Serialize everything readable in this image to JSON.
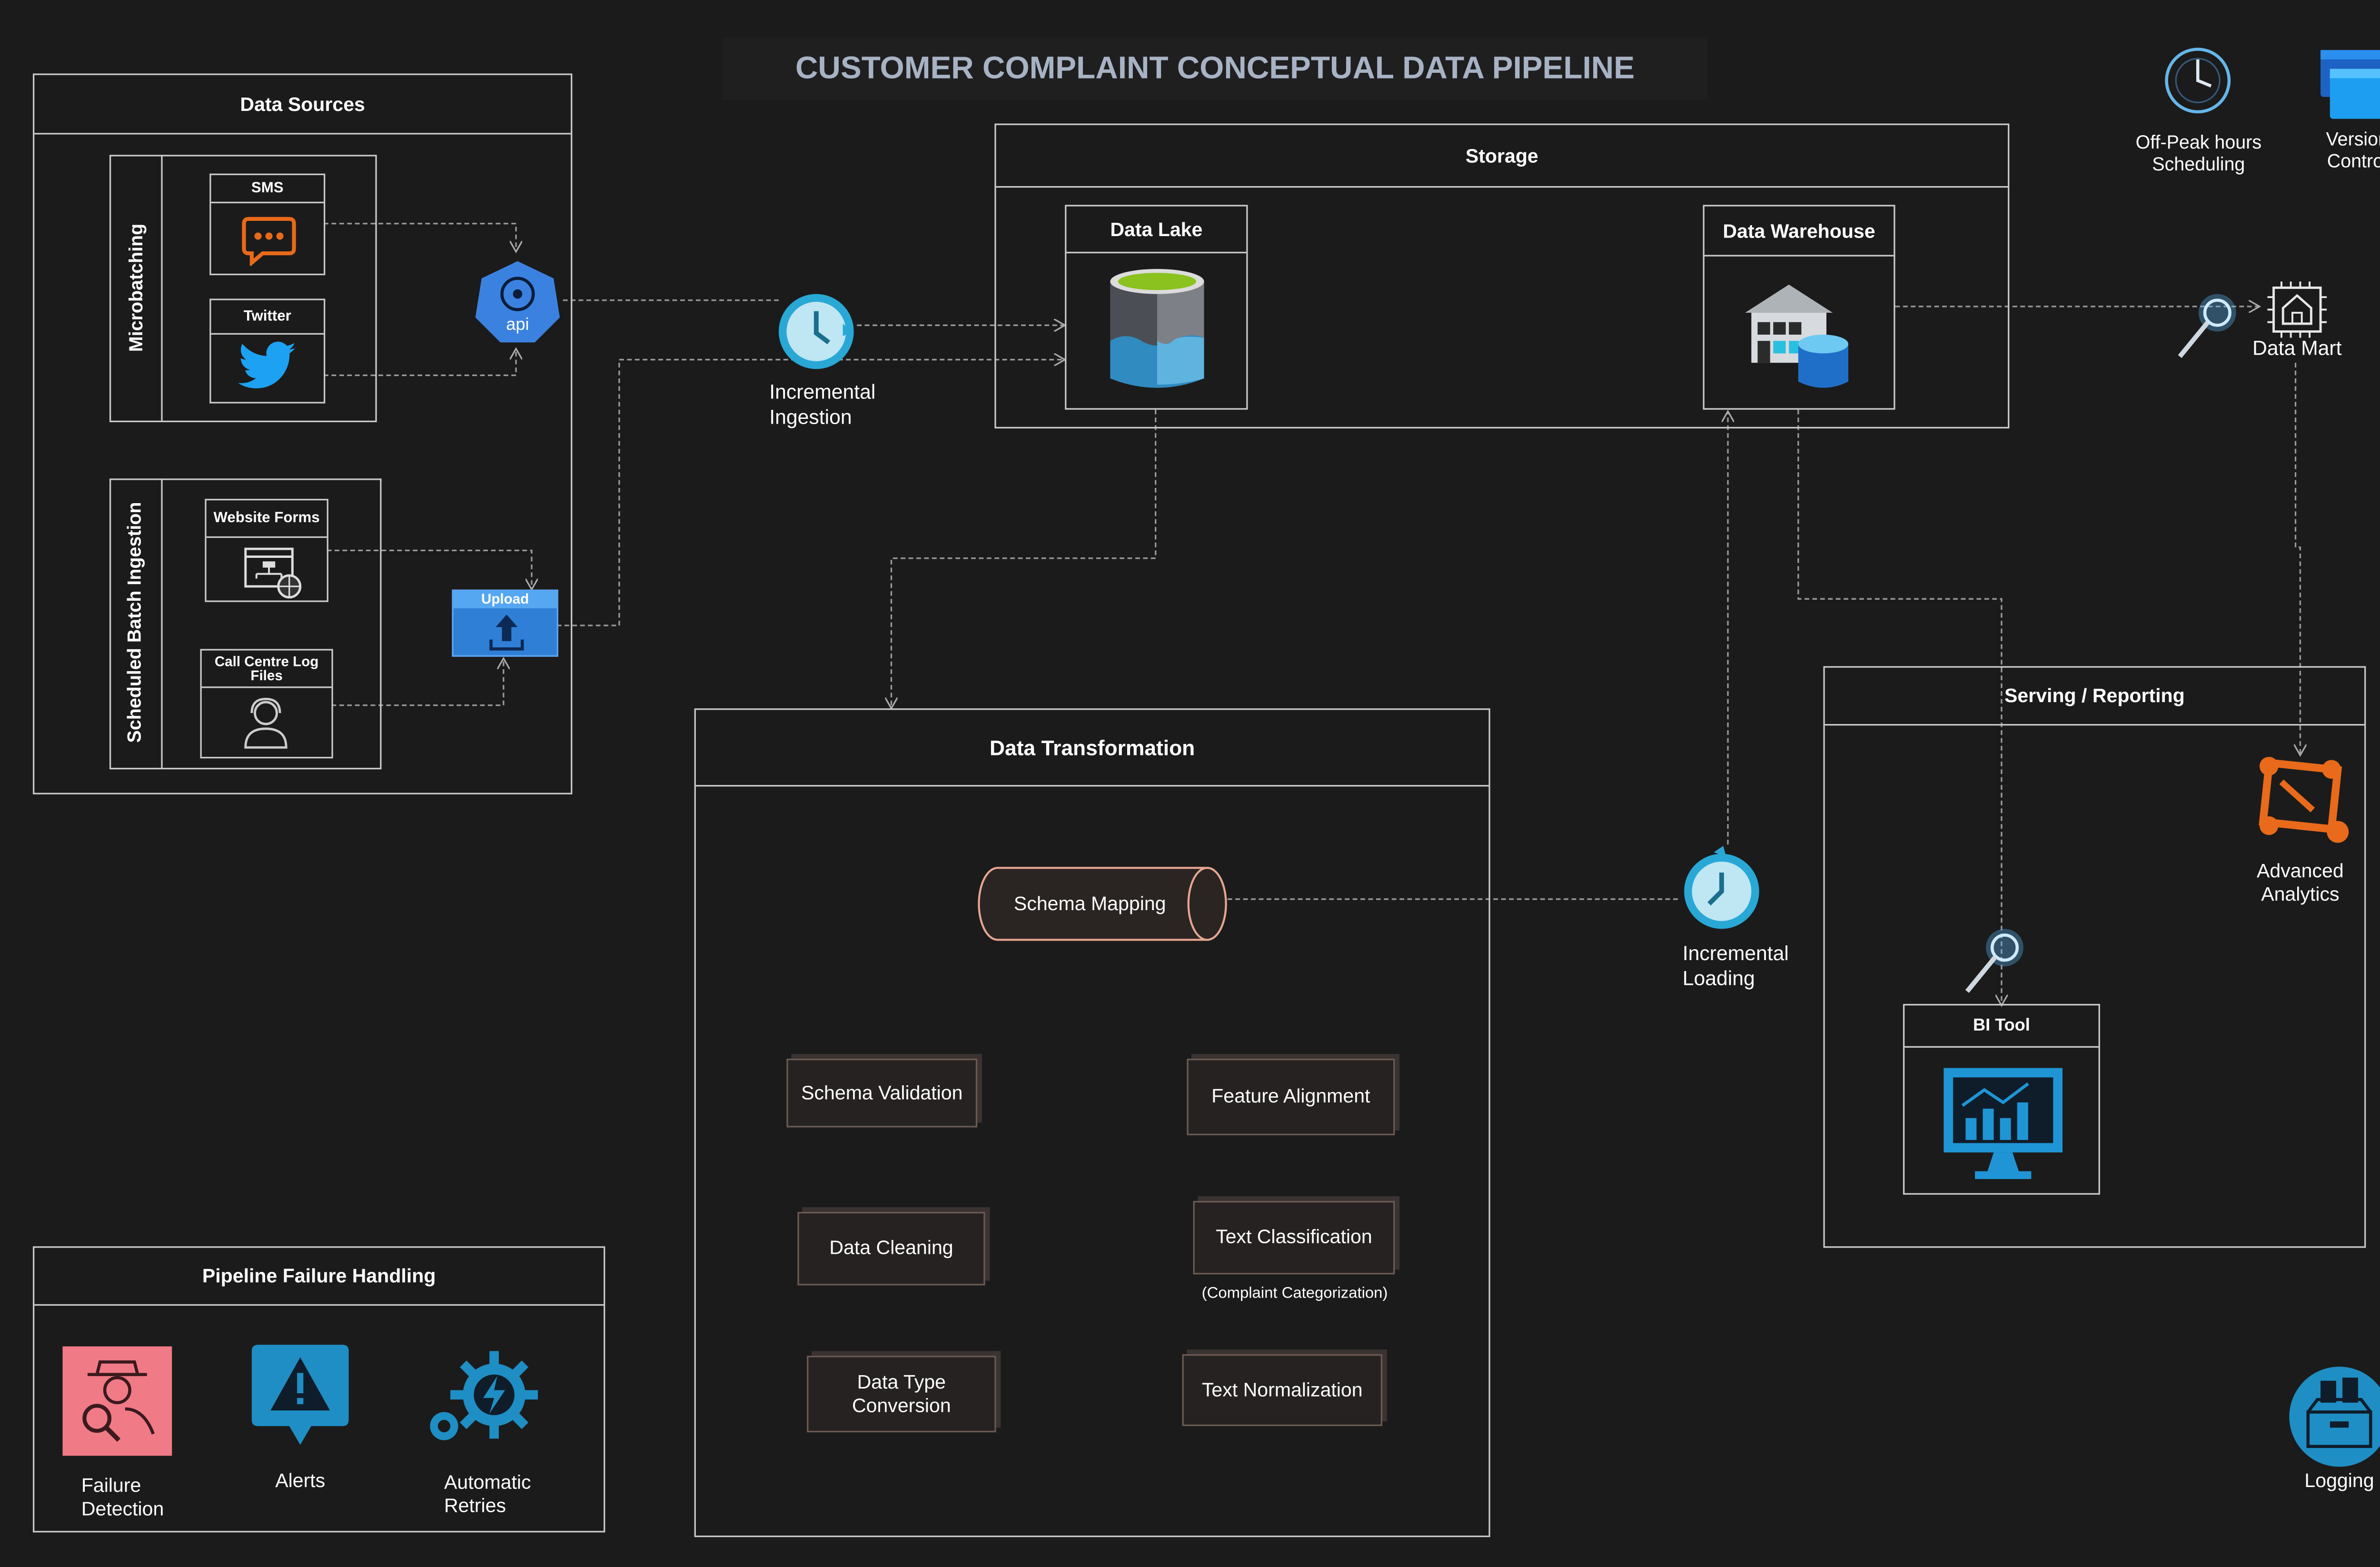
{
  "title": "CUSTOMER COMPLAINT CONCEPTUAL DATA PIPELINE",
  "colors": {
    "accent": "#29a8d6",
    "orange": "#e86a1a",
    "pink": "#f07a86",
    "background": "#1b1b1b",
    "line": "#9a9a9a"
  },
  "data_sources": {
    "title": "Data Sources",
    "microbatching": {
      "label": "Microbatching",
      "sms": "SMS",
      "twitter": "Twitter",
      "api": "api"
    },
    "batch": {
      "label": "Scheduled Batch Ingestion",
      "website_forms": "Website Forms",
      "call_centre": "Call Centre Log Files",
      "upload": "Upload"
    }
  },
  "incremental_ingestion": "Incremental\nIngestion",
  "storage": {
    "title": "Storage",
    "data_lake": "Data Lake",
    "data_warehouse": "Data Warehouse"
  },
  "top_right": {
    "scheduling": "Off-Peak hours\nScheduling",
    "version_control": "Version\nControl"
  },
  "data_mart": "Data Mart",
  "transformation": {
    "title": "Data Transformation",
    "schema_mapping": "Schema Mapping",
    "schema_validation": "Schema Validation",
    "feature_alignment": "Feature Alignment",
    "data_cleaning": "Data Cleaning",
    "text_classification": "Text Classification",
    "text_classification_note": "(Complaint Categorization)",
    "data_type_conversion": "Data Type\nConversion",
    "text_normalization": "Text Normalization"
  },
  "incremental_loading": "Incremental\nLoading",
  "serving": {
    "title": "Serving / Reporting",
    "advanced_analytics": "Advanced\nAnalytics",
    "bi_tool": "BI Tool"
  },
  "failure": {
    "title": "Pipeline Failure Handling",
    "detection": "Failure\nDetection",
    "alerts": "Alerts",
    "retries": "Automatic\nRetries"
  },
  "logging": "Logging"
}
